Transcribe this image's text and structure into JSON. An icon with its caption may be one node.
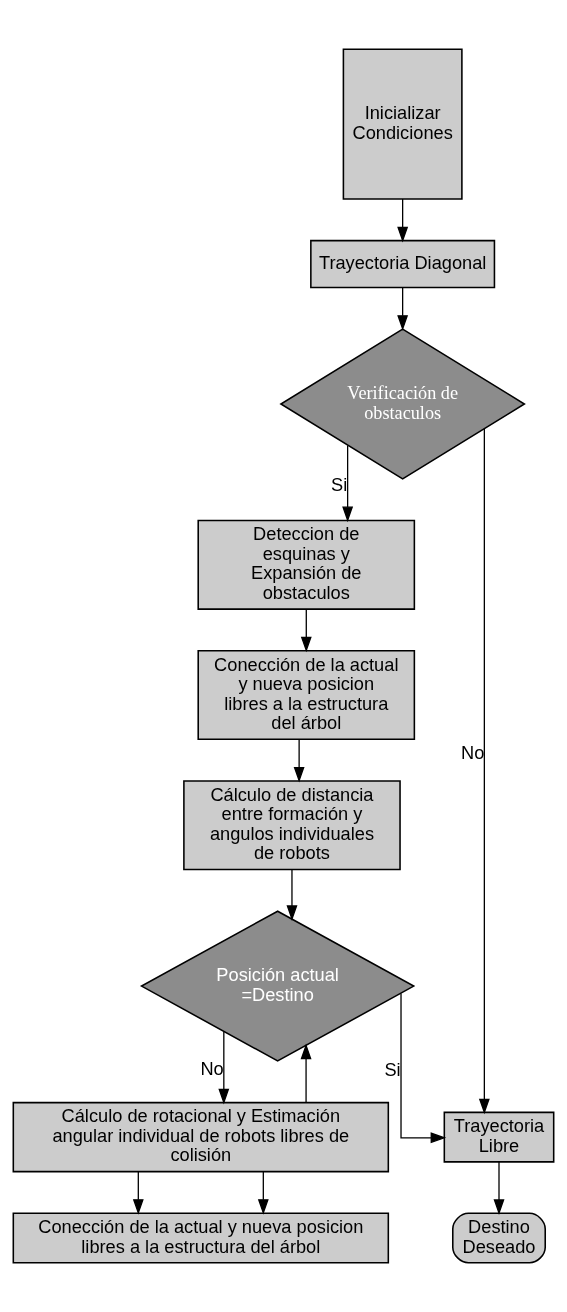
{
  "diagram": {
    "nodes": [
      {
        "text": [
          "Inicializar Condiciones"
        ]
      },
      {
        "text": [
          "Trayectoria Diagonal"
        ]
      },
      {
        "text": [
          "Verificación de obstaculos"
        ]
      },
      {
        "text": [
          "Deteccion de esquinas y Expansión de obstaculos"
        ]
      },
      {
        "text": [
          "Conección de la actual y nueva posicion libres a la estructura del árbol"
        ]
      },
      {
        "text": [
          "Cálculo de distancia entre formación y angulos individuales de robots"
        ]
      },
      {
        "text": [
          "Posición actual =Destino"
        ]
      },
      {
        "text": [
          "Trayectoria Libre"
        ]
      },
      {
        "text": [
          "Cálculo de rotacional y Estimación angular individual de robots libres de colisión"
        ]
      },
      {
        "text": [
          "Conección de la actual y nueva posicion libres a la estructura del árbol"
        ]
      },
      {
        "text": [
          "Destino Deseado"
        ]
      }
    ],
    "edges": [
      {
        "from": 0,
        "to": 1,
        "arrow": "to"
      },
      {
        "from": 1,
        "to": 2,
        "arrow": "to"
      },
      {
        "from": 2,
        "to": 3,
        "arrow": "to",
        "label": "Si"
      },
      {
        "from": 2,
        "to": 7,
        "arrow": "to",
        "label": "No"
      },
      {
        "from": 3,
        "to": 4,
        "arrow": "to"
      },
      {
        "from": 4,
        "to": 5,
        "arrow": "to"
      },
      {
        "from": 5,
        "to": 6,
        "arrow": "to"
      },
      {
        "from": 6,
        "to": 7,
        "arrow": "to",
        "label": "Si"
      },
      {
        "from": 6,
        "to": 8,
        "arrow": "to",
        "label": "No"
      },
      {
        "from": 8,
        "to": 9,
        "arrow": "to"
      },
      {
        "from": 8,
        "to": 6,
        "arrow": "to"
      },
      {
        "from": 8,
        "to": 9,
        "arrow": "to"
      },
      {
        "from": 7,
        "to": 10,
        "arrow": "to"
      }
    ]
  }
}
